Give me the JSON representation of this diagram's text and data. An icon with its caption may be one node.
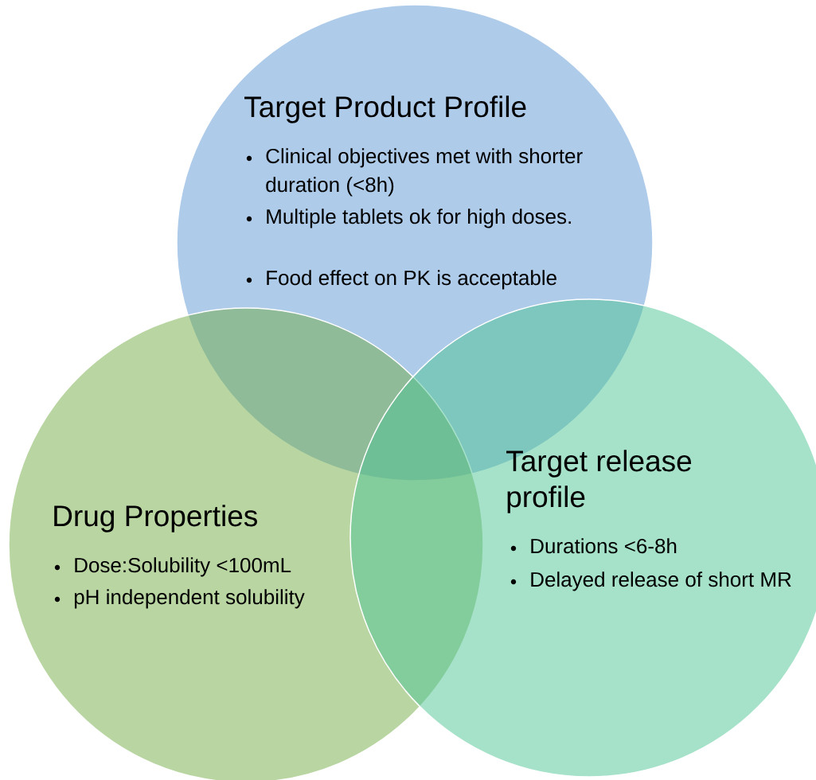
{
  "diagram": {
    "nodes": [
      {
        "text": [
          "Target Product Profile",
          "Clinical objectives met with shorter duration (<8h)",
          "Multiple tablets ok for high doses.",
          "Food effect on PK is acceptable"
        ]
      },
      {
        "text": [
          "Drug Properties",
          "Dose:Solubility <100mL",
          "pH independent solubility"
        ]
      },
      {
        "text": [
          "Target release profile",
          "Durations <6-8h",
          "Delayed release of short MR"
        ]
      }
    ]
  }
}
